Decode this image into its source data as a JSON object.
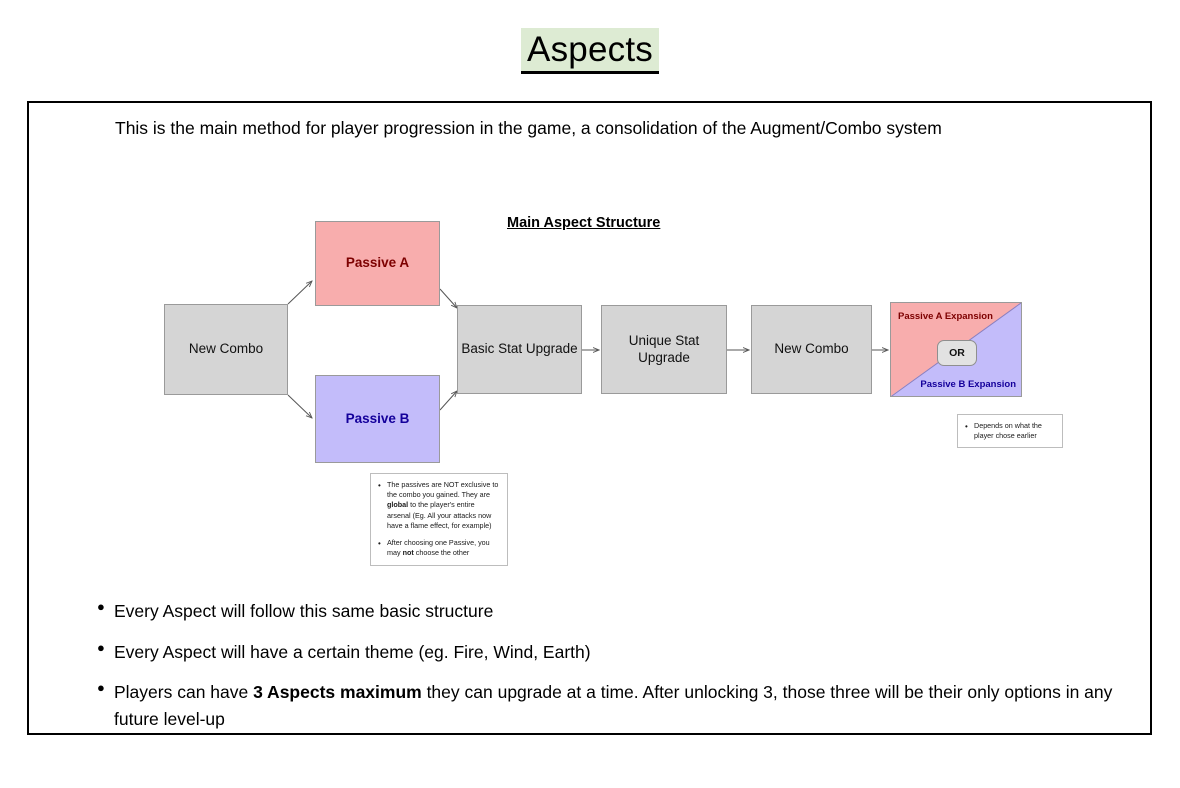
{
  "page": {
    "title": "Aspects",
    "title_highlight_color": "#DDEBD3",
    "intro": "This is the main method for player progression in the game, a consolidation of the Augment/Combo system"
  },
  "diagram": {
    "title": "Main Aspect Structure",
    "nodes": {
      "new_combo_1": "New Combo",
      "passive_a": "Passive A",
      "passive_b": "Passive B",
      "basic_stat_upgrade": "Basic Stat Upgrade",
      "unique_stat_upgrade": "Unique Stat Upgrade",
      "new_combo_2": "New Combo",
      "passive_a_expansion": "Passive A Expansion",
      "passive_b_expansion": "Passive B Expansion",
      "or_badge": "OR"
    },
    "colors": {
      "gray_node": "#D5D5D5",
      "pink_node": "#F8ADAD",
      "purple_node": "#C3BCFA",
      "pink_text": "#7D0000",
      "purple_text": "#14009B",
      "node_border": "#9A9A9A"
    },
    "notes": {
      "passives": [
        "The passives are NOT exclusive to the combo you gained. They are global to the player's entire arsenal (Eg. All your attacks now have a flame effect, for example)",
        "After choosing one Passive, you may not choose the other"
      ],
      "passives_bold_terms": [
        "global",
        "not"
      ],
      "depends": [
        "Depends on what the player chose earlier"
      ]
    }
  },
  "bullets": [
    "Every Aspect will follow this same basic structure",
    "Every Aspect will have a certain theme (eg. Fire, Wind, Earth)",
    "Players can have 3 Aspects maximum they can upgrade at a time. After unlocking 3, those three will be their only options in any future level-up"
  ],
  "bullets_bold_terms": [
    "3 Aspects maximum"
  ]
}
